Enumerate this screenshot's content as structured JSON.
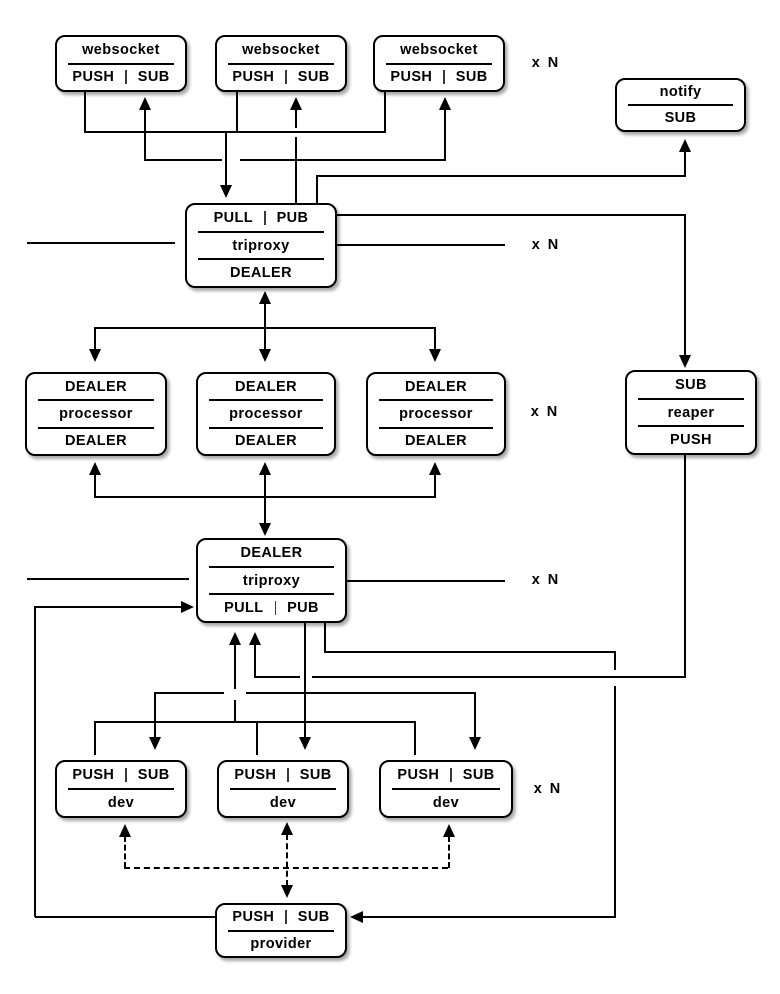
{
  "labels": {
    "repeat": "x N"
  },
  "colors": {
    "background": "#ffffff",
    "line": "#000000",
    "box_fill": "#ffffff",
    "box_border": "#000000"
  },
  "nodes": {
    "websocket1": {
      "title": "websocket",
      "bottom_ports": [
        "PUSH",
        "SUB"
      ]
    },
    "websocket2": {
      "title": "websocket",
      "bottom_ports": [
        "PUSH",
        "SUB"
      ]
    },
    "websocket3": {
      "title": "websocket",
      "bottom_ports": [
        "PUSH",
        "SUB"
      ]
    },
    "notify": {
      "title": "notify",
      "bottom_ports": [
        "SUB"
      ]
    },
    "triproxy_top": {
      "top_ports": [
        "PULL",
        "PUB"
      ],
      "title": "triproxy",
      "bottom_ports": [
        "DEALER"
      ]
    },
    "processor1": {
      "top_ports": [
        "DEALER"
      ],
      "title": "processor",
      "bottom_ports": [
        "DEALER"
      ]
    },
    "processor2": {
      "top_ports": [
        "DEALER"
      ],
      "title": "processor",
      "bottom_ports": [
        "DEALER"
      ]
    },
    "processor3": {
      "top_ports": [
        "DEALER"
      ],
      "title": "processor",
      "bottom_ports": [
        "DEALER"
      ]
    },
    "reaper": {
      "top_ports": [
        "SUB"
      ],
      "title": "reaper",
      "bottom_ports": [
        "PUSH"
      ]
    },
    "triproxy_bottom": {
      "top_ports": [
        "DEALER"
      ],
      "title": "triproxy",
      "bottom_ports": [
        "PULL",
        "PUB"
      ]
    },
    "dev1": {
      "top_ports": [
        "PUSH",
        "SUB"
      ],
      "title": "dev"
    },
    "dev2": {
      "top_ports": [
        "PUSH",
        "SUB"
      ],
      "title": "dev"
    },
    "dev3": {
      "top_ports": [
        "PUSH",
        "SUB"
      ],
      "title": "dev"
    },
    "provider": {
      "top_ports": [
        "PUSH",
        "SUB"
      ],
      "title": "provider"
    }
  },
  "edges": [
    {
      "from": "websocket.PUSH",
      "to": "triproxy_top.PULL",
      "style": "solid",
      "arrow": "to"
    },
    {
      "from": "triproxy_top.PUB",
      "to": "websocket.SUB",
      "style": "solid",
      "arrow": "to"
    },
    {
      "from": "triproxy_top.PUB",
      "to": "notify.SUB",
      "style": "solid",
      "arrow": "to"
    },
    {
      "from": "triproxy_top.PUB",
      "to": "reaper.SUB",
      "style": "solid",
      "arrow": "to"
    },
    {
      "from": "triproxy_top.DEALER",
      "to": "processor.DEALER(top)",
      "style": "solid",
      "arrow": "both"
    },
    {
      "from": "processor.DEALER(bottom)",
      "to": "triproxy_bottom.DEALER",
      "style": "solid",
      "arrow": "both"
    },
    {
      "from": "reaper.PUSH",
      "to": "triproxy_bottom.PULL",
      "style": "solid",
      "arrow": "to"
    },
    {
      "from": "dev.PUSH",
      "to": "triproxy_bottom.PULL",
      "style": "solid",
      "arrow": "to"
    },
    {
      "from": "triproxy_bottom.PUB",
      "to": "dev.SUB",
      "style": "solid",
      "arrow": "to"
    },
    {
      "from": "triproxy_bottom.PUB",
      "to": "provider.SUB",
      "style": "solid",
      "arrow": "to"
    },
    {
      "from": "provider.PUSH",
      "to": "triproxy_bottom.PULL",
      "style": "solid",
      "arrow": "to"
    },
    {
      "from": "provider",
      "to": "dev",
      "style": "dashed",
      "arrow": "both"
    }
  ]
}
